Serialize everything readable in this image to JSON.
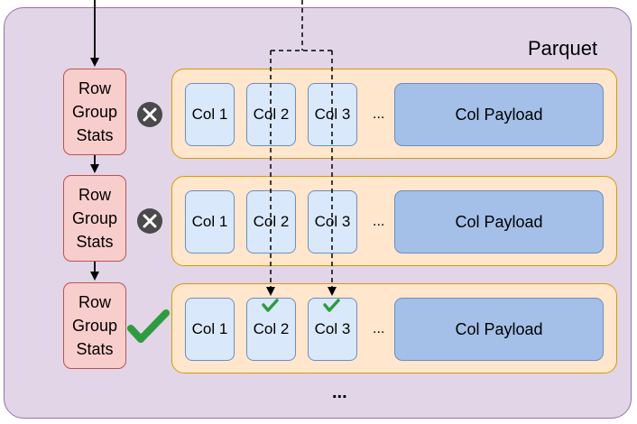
{
  "container": {
    "title": "Parquet"
  },
  "row_groups": [
    {
      "stats": [
        "Row",
        "Group",
        "Stats"
      ],
      "status_icon": "x-circle-icon",
      "columns": [
        "Col 1",
        "Col 2",
        "Col 3"
      ],
      "ellipsis": "...",
      "payload": "Col Payload"
    },
    {
      "stats": [
        "Row",
        "Group",
        "Stats"
      ],
      "status_icon": "x-circle-icon",
      "columns": [
        "Col 1",
        "Col 2",
        "Col 3"
      ],
      "ellipsis": "...",
      "payload": "Col Payload"
    },
    {
      "stats": [
        "Row",
        "Group",
        "Stats"
      ],
      "status_icon": "green-check-icon",
      "columns": [
        "Col 1",
        "Col 2",
        "Col 3"
      ],
      "ellipsis": "...",
      "payload": "Col Payload"
    }
  ],
  "more_indicator": "...",
  "colors": {
    "container_fill": "#e1d5e7",
    "stats_fill": "#f8cecc",
    "rowgroup_fill": "#ffe6cc",
    "column_fill": "#dae8fc",
    "payload_fill": "#a4c0e8",
    "check_green": "#2e9b3f",
    "x_badge": "#4a4a4a"
  }
}
